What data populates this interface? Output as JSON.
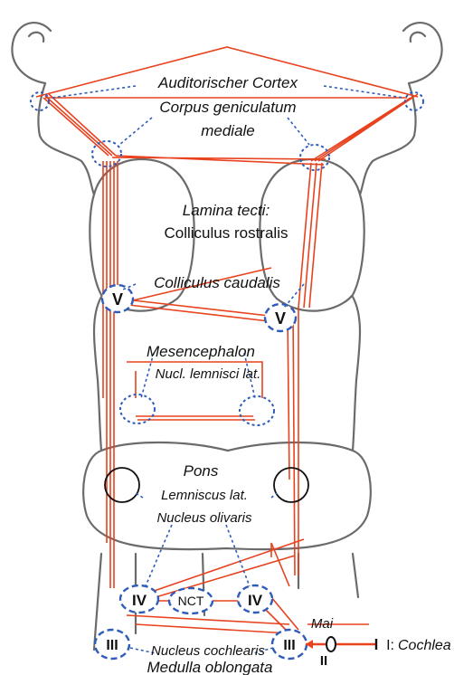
{
  "labels": {
    "auditory_cortex": "Auditorischer Cortex",
    "corpus_geniculatum_1": "Corpus geniculatum",
    "corpus_geniculatum_2": "mediale",
    "lamina_tecti": "Lamina tecti:",
    "colliculus_rostralis": "Colliculus rostralis",
    "colliculus_caudalis": "Colliculus caudalis",
    "mesencephalon": "Mesencephalon",
    "nucl_lemnisci": "Nucl. lemnisci lat.",
    "pons": "Pons",
    "lemniscus_lat": "Lemniscus lat.",
    "nucleus_olivaris": "Nucleus olivaris",
    "nucleus_cochlearis": "Nucleus cochlearis",
    "medulla_oblongata": "Medulla oblongata",
    "mai": "Mai",
    "cochlea_prefix": "I:",
    "cochlea": "Cochlea",
    "neuron_ii": "II",
    "nct": "NCT",
    "neuron_iii_left": "III",
    "neuron_iii_right": "III",
    "neuron_iv_left": "IV",
    "neuron_iv_right": "IV",
    "neuron_v_left": "V",
    "neuron_v_right": "V"
  },
  "colors": {
    "pathway": "#e8421e",
    "nucleus_outline": "#2f5cb8",
    "brain_outline": "#6b6b6b"
  }
}
